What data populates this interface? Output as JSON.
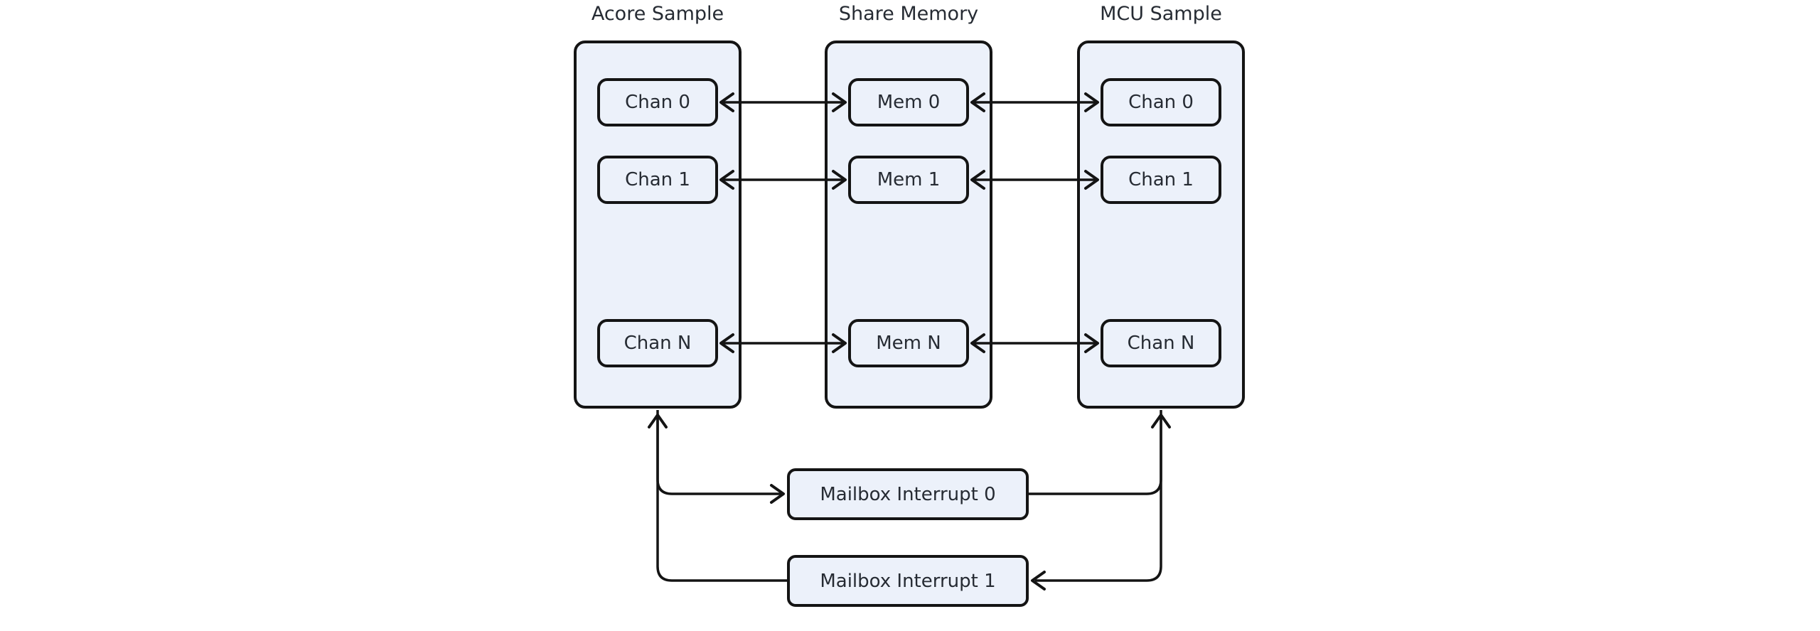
{
  "diagram": {
    "columns": [
      {
        "title": "Acore Sample",
        "boxes": [
          {
            "label": "Chan 0"
          },
          {
            "label": "Chan 1"
          },
          {
            "label": "Chan N"
          }
        ]
      },
      {
        "title": "Share Memory",
        "boxes": [
          {
            "label": "Mem 0"
          },
          {
            "label": "Mem 1"
          },
          {
            "label": "Mem N"
          }
        ]
      },
      {
        "title": "MCU Sample",
        "boxes": [
          {
            "label": "Chan 0"
          },
          {
            "label": "Chan 1"
          },
          {
            "label": "Chan N"
          }
        ]
      }
    ],
    "mailboxes": [
      {
        "label": "Mailbox Interrupt 0"
      },
      {
        "label": "Mailbox Interrupt 1"
      }
    ],
    "edges": [
      {
        "from": "Acore Sample / Chan 0",
        "to": "Share Memory / Mem 0",
        "direction": "bidirectional"
      },
      {
        "from": "Acore Sample / Chan 1",
        "to": "Share Memory / Mem 1",
        "direction": "bidirectional"
      },
      {
        "from": "Acore Sample / Chan N",
        "to": "Share Memory / Mem N",
        "direction": "bidirectional"
      },
      {
        "from": "Share Memory / Mem 0",
        "to": "MCU Sample / Chan 0",
        "direction": "bidirectional"
      },
      {
        "from": "Share Memory / Mem 1",
        "to": "MCU Sample / Chan 1",
        "direction": "bidirectional"
      },
      {
        "from": "Share Memory / Mem N",
        "to": "MCU Sample / Chan N",
        "direction": "bidirectional"
      },
      {
        "from": "Acore Sample",
        "to": "Mailbox Interrupt 0",
        "direction": "forward"
      },
      {
        "from": "Mailbox Interrupt 0",
        "to": "MCU Sample",
        "direction": "forward"
      },
      {
        "from": "MCU Sample",
        "to": "Mailbox Interrupt 1",
        "direction": "forward"
      },
      {
        "from": "Mailbox Interrupt 1",
        "to": "Acore Sample",
        "direction": "forward"
      }
    ],
    "colors": {
      "background": "#FFFFFF",
      "node_fill": "#ECF1FA",
      "node_border": "#141414",
      "line": "#141414",
      "text": "#262B33"
    }
  }
}
